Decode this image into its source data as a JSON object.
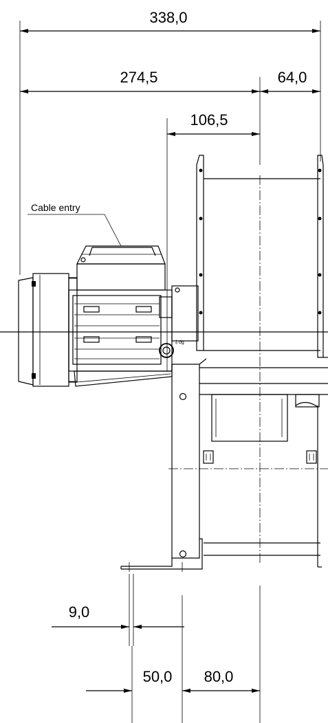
{
  "dimensions": {
    "overall_width": "338,0",
    "body_width": "274,5",
    "outlet_offset": "64,0",
    "motor_offset": "106,5",
    "foot_thickness": "9,0",
    "foot_width": "50,0",
    "foot_to_center": "80,0"
  },
  "labels": {
    "cable_entry": "Cable entry",
    "earth_mark": "⏚dg"
  }
}
